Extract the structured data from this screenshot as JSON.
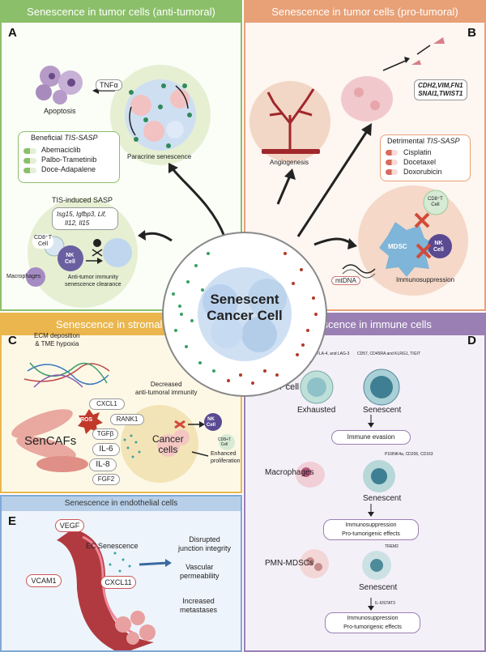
{
  "colors": {
    "green": "#8cbf6a",
    "orange": "#e8a077",
    "yellow": "#eab64d",
    "purple": "#9a7fb4",
    "blue": "#7fa8d6"
  },
  "panelA": {
    "header": "Senescence in tumor cells (anti-tumoral)",
    "letter": "A",
    "tnf": "TNFα",
    "apoptosis": "Apoptosis",
    "paracrine": "Paracrine senescence",
    "sasp": {
      "title_plain": "Beneficial",
      "title_italic": "TIS-SASP",
      "drugs": [
        "Abemaciclib",
        "Palbo-Trametinib",
        "Doce-Adapalene"
      ]
    },
    "tis_title": "TIS-induced SASP",
    "tis_genes": [
      "Isg15, Igfbp3, Lif,",
      "Il12, Il15"
    ],
    "cd8": [
      "CD8⁺T",
      "Cell"
    ],
    "nk": [
      "NK",
      "Cell"
    ],
    "macrophages": "Macrophages",
    "clearance": [
      "Anti-tumor immunity",
      "senescence clearance"
    ]
  },
  "panelB": {
    "header": "Senescence in tumor cells (pro-tumoral)",
    "letter": "B",
    "genes": [
      "CDH2,VIM,FN1",
      "SNAI1,TWIST1"
    ],
    "angiogenesis": "Angiogenesis",
    "sasp": {
      "title_plain": "Detrimental",
      "title_italic": "TIS-SASP",
      "drugs": [
        "Cisplatin",
        "Docetaxel",
        "Doxorubicin"
      ]
    },
    "cd8": [
      "CD8⁺T",
      "Cell"
    ],
    "mdsc": "MDSC",
    "nk": [
      "NK",
      "Cell"
    ],
    "mtdna": "mtDNA",
    "immuno": "Immunosuppression"
  },
  "center": {
    "line1": "Senescent",
    "line2": "Cancer Cell"
  },
  "panelC": {
    "header": "Senescence in stromal cells",
    "letter": "C",
    "ecm": [
      "ECM deposition",
      "& TME hypoxia"
    ],
    "decreased": [
      "Decreased",
      "anti-tumoral immunity"
    ],
    "senCAFs": "SenCAFs",
    "ros": "ROS",
    "factors": [
      "CXCL1",
      "RANK1",
      "TGFβ",
      "IL-6",
      "IL-8",
      "FGF2"
    ],
    "cancer": [
      "Cancer",
      "cells"
    ],
    "nk": [
      "NK",
      "Cell"
    ],
    "cd8": [
      "CD8+T",
      "Cell"
    ],
    "enhanced": [
      "Enhanced",
      "proliferation"
    ]
  },
  "panelD": {
    "header": "Senescence in immune cells",
    "letter": "D",
    "tcell": {
      "label": "T cell",
      "exhausted": "Exhausted",
      "senescent": "Senescent",
      "markers1": "PD-1, CTLA-4, and LAG-3",
      "markers2": "CD57, CD45RA and KLRG1, TIGIT",
      "result": "Immune evasion"
    },
    "macro": {
      "label": "Macrophages",
      "senescent": "Senescent",
      "markers": "P16INK4a, CD206, CD163",
      "result": [
        "Immunosuppression",
        "Pro-tumorigenic effects"
      ]
    },
    "pmn": {
      "label": "PMN-MDSCs",
      "senescent": "Senescent",
      "marker": "TREM2",
      "pathway": "IL-6/STAT3",
      "result": [
        "Immunosuppression",
        "Pro-tumorigenic effects"
      ]
    }
  },
  "panelE": {
    "header": "Senescence in endothelial cells",
    "letter": "E",
    "vegf": "VEGF",
    "vcam": "VCAM1",
    "ec": "EC Senescence",
    "cxcl11": "CXCL11",
    "effects": [
      [
        "Disrupted",
        "junction integrity"
      ],
      [
        "Vascular",
        "permeability"
      ],
      [
        "Increased",
        "metastases"
      ]
    ]
  }
}
